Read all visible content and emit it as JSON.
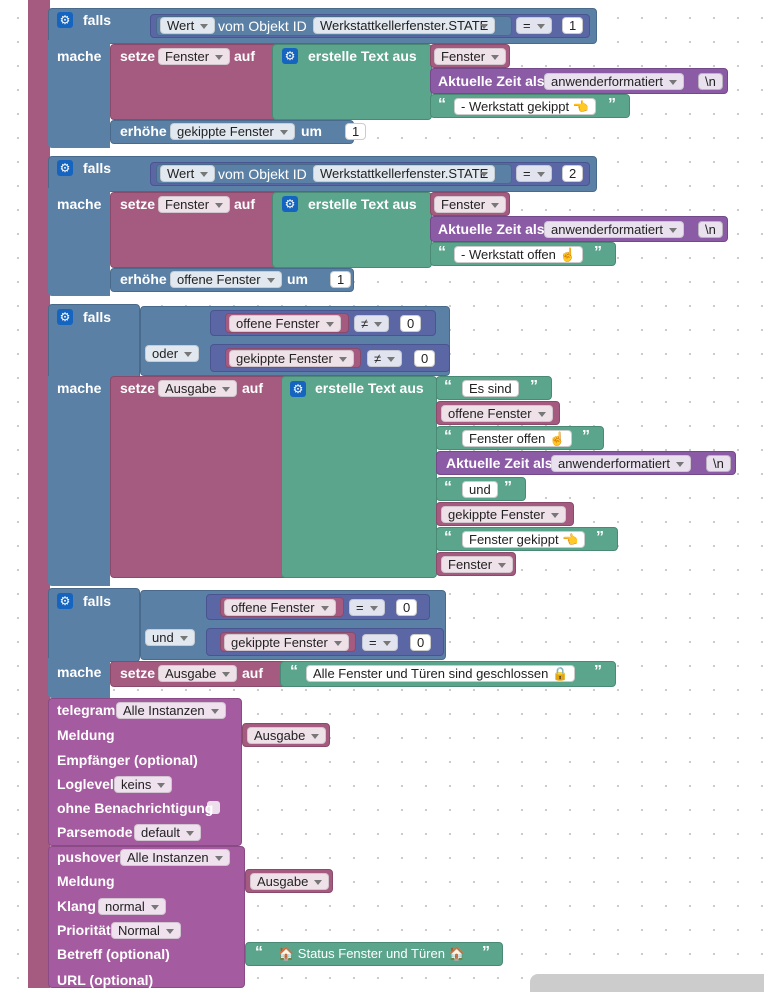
{
  "colors": {
    "control": "#5b80a5",
    "variable": "#a55b80",
    "text": "#5ba58c",
    "datetime": "#8b5ba5",
    "communication": "#a55b9f",
    "compare": "#5b67a5",
    "gear": "#1565c0"
  },
  "icons": {
    "gear": "gear-icon",
    "quote_open": "quote-open-icon",
    "quote_close": "quote-close-icon",
    "dropdown": "chevron-down-icon"
  },
  "kw": {
    "falls": "falls",
    "mache": "mache",
    "oder": "oder",
    "und": "und",
    "setze": "setze",
    "auf": "auf",
    "erstelle": "erstelle Text aus",
    "erhoehe": "erhöhe",
    "um": "um",
    "vom": "vom Objekt ID",
    "zeit": "Aktuelle Zeit als",
    "q_open": "“",
    "q_close": "”"
  },
  "if1": {
    "prop": "Wert",
    "object": "Werkstattkellerfenster.STATE",
    "op": "=",
    "value": "1",
    "set_var": "Fenster",
    "list": [
      {
        "var": "Fenster"
      },
      {
        "format": "anwenderformatiert",
        "suffix": "\\n"
      },
      {
        "text": "- Werkstatt gekippt 👈"
      }
    ],
    "inc_var": "gekippte Fenster",
    "inc_by": "1"
  },
  "if2": {
    "prop": "Wert",
    "object": "Werkstattkellerfenster.STATE",
    "op": "=",
    "value": "2",
    "set_var": "Fenster",
    "list": [
      {
        "var": "Fenster"
      },
      {
        "format": "anwenderformatiert",
        "suffix": "\\n"
      },
      {
        "text": "- Werkstatt offen ☝"
      }
    ],
    "inc_var": "offene Fenster",
    "inc_by": "1"
  },
  "if3": {
    "cond1_var": "offene Fenster",
    "cond1_op": "≠",
    "cond1_val": "0",
    "cond2_var": "gekippte Fenster",
    "cond2_op": "≠",
    "cond2_val": "0",
    "set_var": "Ausgabe",
    "items": {
      "t1": "Es sind",
      "v1": "offene Fenster",
      "t2": "Fenster offen ☝",
      "format": "anwenderformatiert",
      "suffix": "\\n",
      "t3": "und",
      "v2": "gekippte Fenster",
      "t4": "Fenster gekippt 👈",
      "v3": "Fenster"
    }
  },
  "if4": {
    "cond1_var": "offene Fenster",
    "cond1_op": "=",
    "cond1_val": "0",
    "cond2_var": "gekippte Fenster",
    "cond2_op": "=",
    "cond2_val": "0",
    "set_var": "Ausgabe",
    "text": "Alle Fenster und Türen sind geschlossen 🔒"
  },
  "telegram": {
    "label": "telegram",
    "instance": "Alle Instanzen",
    "meldung_label": "Meldung",
    "meldung_var": "Ausgabe",
    "empf": "Empfänger (optional)",
    "loglevel_label": "Loglevel",
    "loglevel": "keins",
    "ohne": "ohne Benachrichtigung",
    "parse_label": "Parsemode",
    "parse": "default"
  },
  "pushover": {
    "label": "pushover",
    "instance": "Alle Instanzen",
    "meldung_label": "Meldung",
    "meldung_var": "Ausgabe",
    "klang_label": "Klang",
    "klang": "normal",
    "prio_label": "Priorität",
    "prio": "Normal",
    "betreff_label": "Betreff (optional)",
    "betreff": "🏠 Status Fenster und Türen 🏠",
    "url_label": "URL (optional)"
  }
}
